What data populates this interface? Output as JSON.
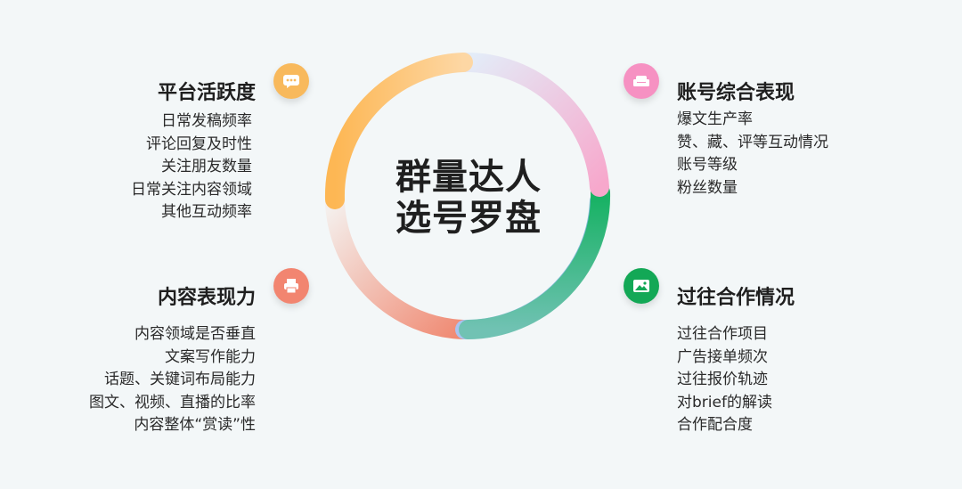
{
  "center": {
    "line1": "群量达人",
    "line2": "选号罗盘"
  },
  "sections": [
    {
      "title": "平台活跃度",
      "icon": "chat-bubble-icon",
      "color": "#f7b75a",
      "items": [
        "日常发稿频率",
        "评论回复及时性",
        "关注朋友数量",
        "日常关注内容领域",
        "其他互动频率"
      ]
    },
    {
      "title": "账号综合表现",
      "icon": "sofa-icon",
      "color": "#f58fbf",
      "items": [
        "爆文生产率",
        "赞、藏、评等互动情况",
        "账号等级",
        "粉丝数量"
      ]
    },
    {
      "title": "内容表现力",
      "icon": "printer-icon",
      "color": "#f07f6a",
      "items": [
        "内容领域是否垂直",
        "文案写作能力",
        "话题、关键词布局能力",
        "图文、视频、直播的比率",
        "内容整体“赏读”性"
      ]
    },
    {
      "title": "过往合作情况",
      "icon": "image-icon",
      "color": "#19a85a",
      "items": [
        "过往合作项目",
        "广告接单频次",
        "过往报价轨迹",
        "对brief的解读",
        "合作配合度"
      ]
    }
  ],
  "ring_colors": {
    "orange": "#fdb754",
    "pink": "#f5b1cf",
    "green": "#12b060",
    "blue": "#9bbde8",
    "salmon": "#f08a73"
  }
}
